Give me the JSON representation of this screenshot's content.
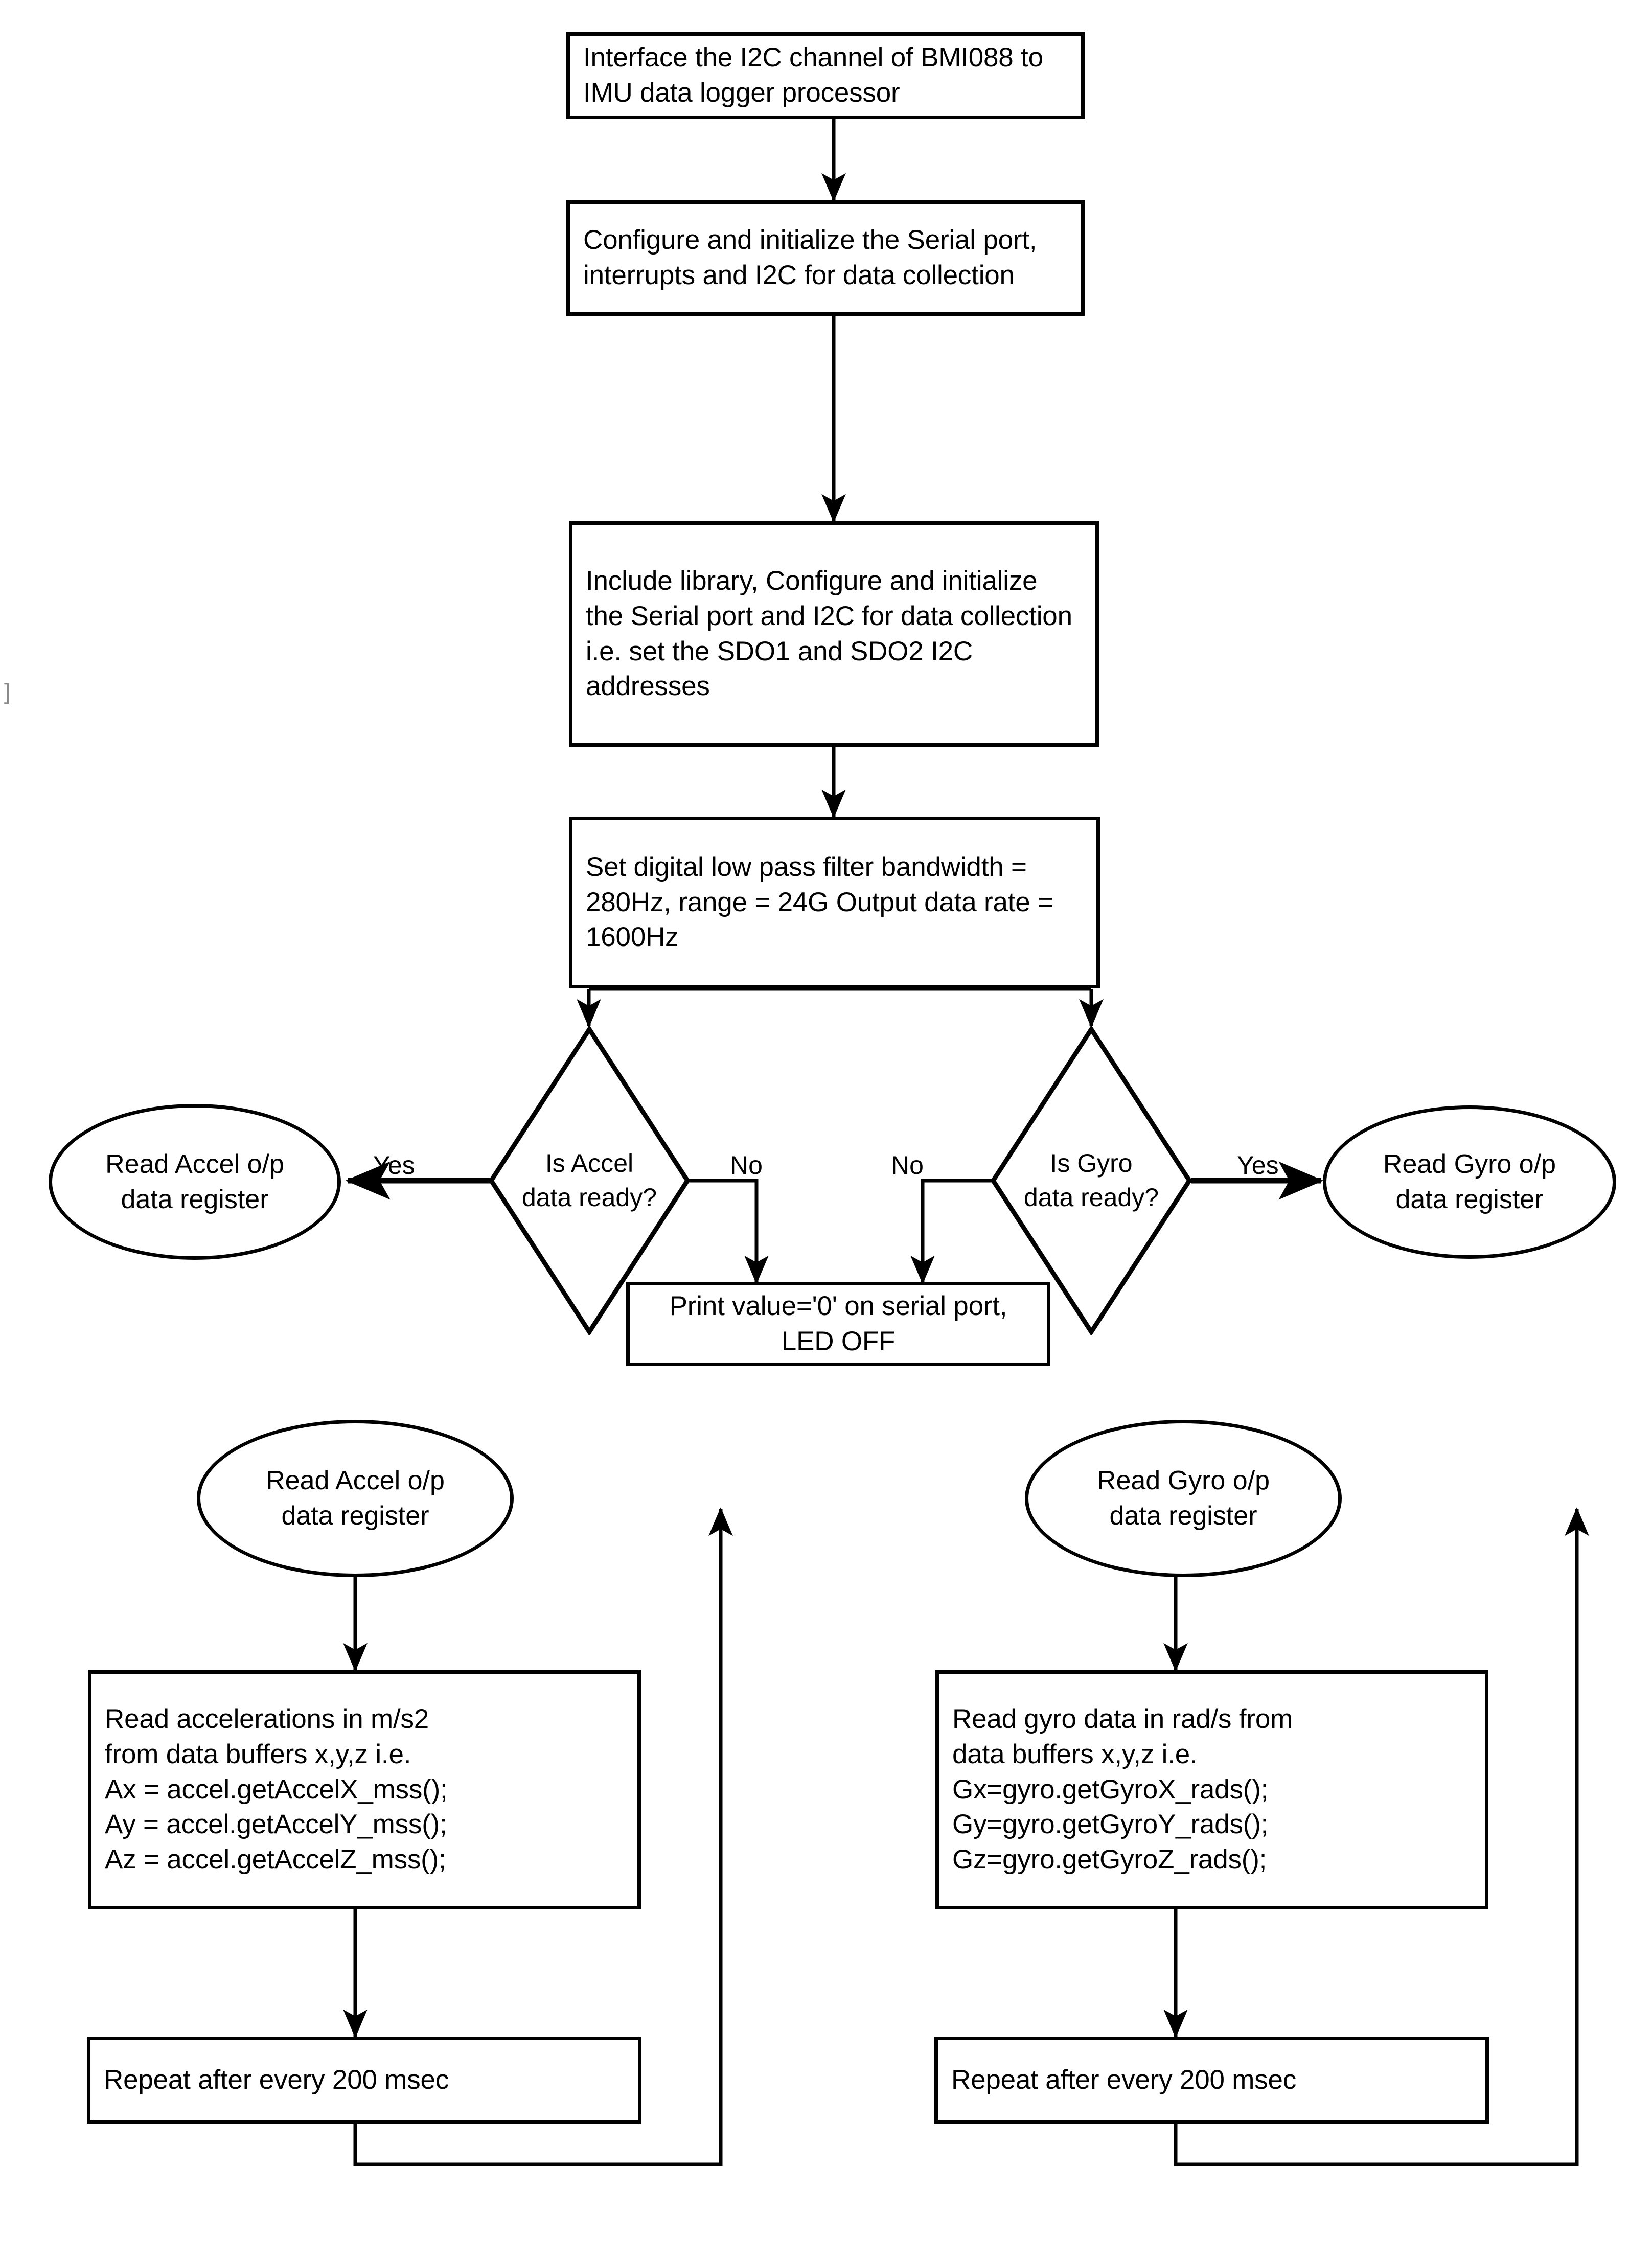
{
  "diagram": {
    "title": "IMU data logger firmware flowchart",
    "stroke_color": "#000000",
    "background_color": "#ffffff",
    "stray_mark": "]"
  },
  "nodes": {
    "step_interface": {
      "shape": "process",
      "text": "Interface the I2C channel of BMI088 to IMU data logger processor"
    },
    "step_configure_serial": {
      "shape": "process",
      "text": "Configure and initialize the Serial port, interrupts and I2C for data collection"
    },
    "step_include_library": {
      "shape": "process",
      "text": "Include library, Configure and initialize the Serial port and I2C for data collection i.e. set the SDO1 and SDO2 I2C addresses"
    },
    "step_set_filter": {
      "shape": "process",
      "text": "Set digital low pass filter bandwidth = 280Hz, range = 24G Output data rate = 1600Hz"
    },
    "decision_accel_ready": {
      "shape": "decision",
      "text": "Is Accel\ndata ready?"
    },
    "decision_gyro_ready": {
      "shape": "decision",
      "text": "Is Gyro\ndata ready?"
    },
    "terminal_read_accel_top": {
      "shape": "ellipse",
      "text": "Read Accel o/p\ndata register"
    },
    "terminal_read_gyro_top": {
      "shape": "ellipse",
      "text": "Read Gyro o/p\ndata register"
    },
    "step_print_zero": {
      "shape": "process",
      "text": "Print value='0' on serial port, LED OFF"
    },
    "terminal_read_accel_bottom": {
      "shape": "ellipse",
      "text": "Read Accel o/p\ndata register"
    },
    "terminal_read_gyro_bottom": {
      "shape": "ellipse",
      "text": "Read Gyro o/p\ndata register"
    },
    "step_read_accel_data": {
      "shape": "process",
      "text": "Read accelerations in m/s2\nfrom data buffers x,y,z i.e.\nAx = accel.getAccelX_mss();\nAy = accel.getAccelY_mss();\nAz = accel.getAccelZ_mss();"
    },
    "step_read_gyro_data": {
      "shape": "process",
      "text": "Read gyro data in rad/s from\ndata buffers x,y,z i.e.\nGx=gyro.getGyroX_rads();\nGy=gyro.getGyroY_rads();\nGz=gyro.getGyroZ_rads();"
    },
    "step_repeat_accel": {
      "shape": "process",
      "text": "Repeat after every 200 msec"
    },
    "step_repeat_gyro": {
      "shape": "process",
      "text": "Repeat after every 200 msec"
    }
  },
  "edge_labels": {
    "accel_yes": "Yes",
    "accel_no": "No",
    "gyro_no": "No",
    "gyro_yes": "Yes"
  }
}
